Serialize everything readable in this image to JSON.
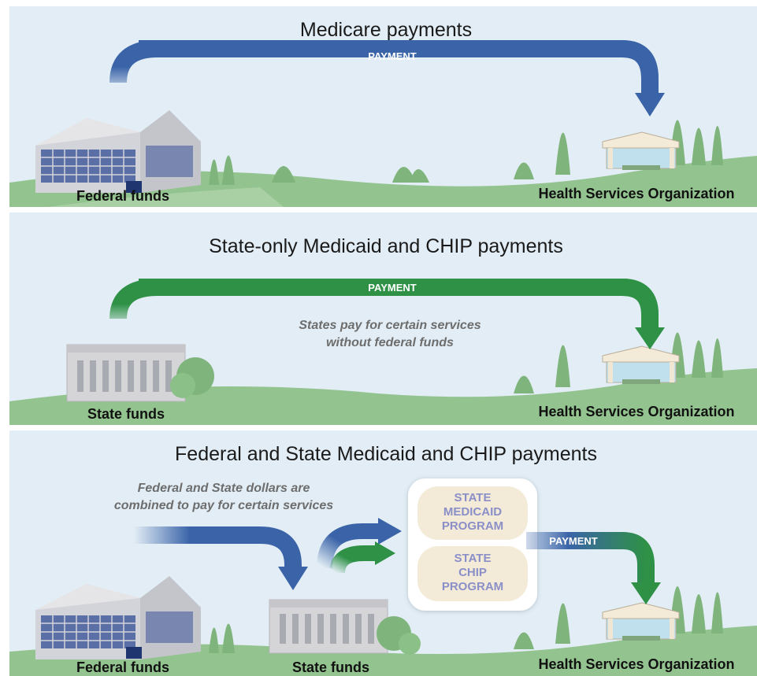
{
  "panels": [
    {
      "title": "Medicare payments",
      "source_label": "Federal funds",
      "dest_label": "Health Services Organization",
      "payment_label": "PAYMENT"
    },
    {
      "title": "State-only Medicaid and CHIP payments",
      "source_label": "State funds",
      "dest_label": "Health Services Organization",
      "payment_label": "PAYMENT",
      "note_line1": "States pay for certain services",
      "note_line2": "without federal funds"
    },
    {
      "title": "Federal and State Medicaid and CHIP payments",
      "source_label": "Federal funds",
      "middle_label": "State funds",
      "dest_label": "Health Services Organization",
      "payment_label": "PAYMENT",
      "note_line1": "Federal and State dollars are",
      "note_line2": "combined to pay for certain services",
      "programs": [
        {
          "line1": "STATE",
          "line2": "MEDICAID",
          "line3": "PROGRAM"
        },
        {
          "line1": "STATE",
          "line2": "CHIP",
          "line3": "PROGRAM"
        }
      ]
    }
  ],
  "colors": {
    "sky": "#e2edf5",
    "grass": "#93c38f",
    "tree": "#7fb57c",
    "federal_arrow": "#3b64a8",
    "state_arrow": "#2e9146",
    "program_pill": "#f4ead8"
  }
}
